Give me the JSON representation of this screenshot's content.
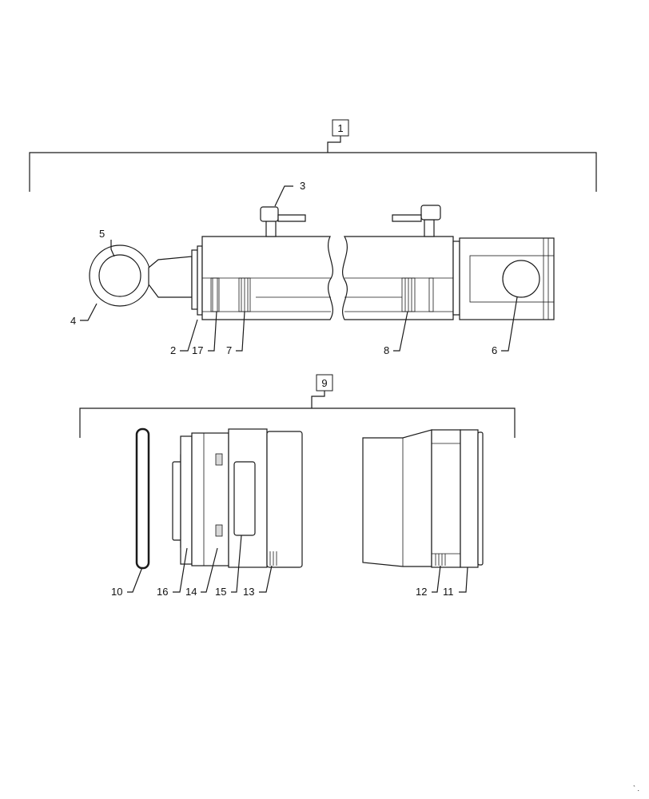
{
  "groups": [
    {
      "id": "1",
      "label": "1"
    },
    {
      "id": "9",
      "label": "9"
    }
  ],
  "callouts": {
    "c2": "2",
    "c3": "3",
    "c4": "4",
    "c5": "5",
    "c6": "6",
    "c7": "7",
    "c8": "8",
    "c10": "10",
    "c11": "11",
    "c12": "12",
    "c13": "13",
    "c14": "14",
    "c15": "15",
    "c16": "16",
    "c17": "17"
  },
  "marks": {
    "corner": "` ."
  }
}
